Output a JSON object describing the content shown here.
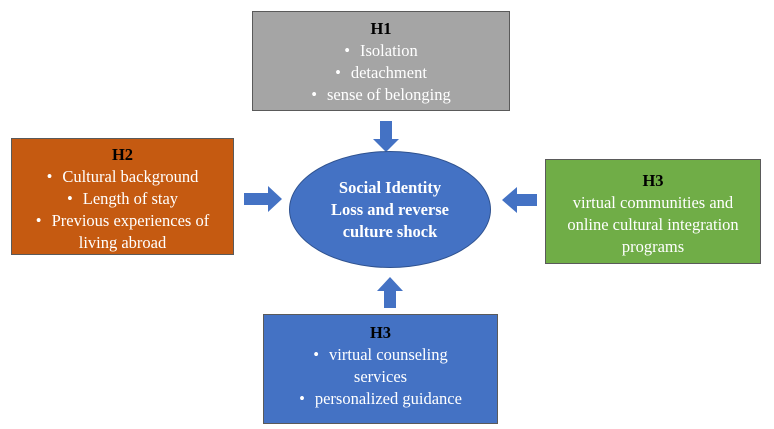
{
  "center": {
    "label": "Social Identity Loss and reverse culture shock"
  },
  "boxes": {
    "h1": {
      "title": "H1",
      "items": [
        "Isolation",
        "detachment",
        "sense of belonging"
      ]
    },
    "h2": {
      "title": "H2",
      "items": [
        "Cultural background",
        "Length of stay",
        "Previous experiences of living abroad"
      ]
    },
    "h3_right": {
      "title": "H3",
      "text": "virtual communities and online cultural integration programs"
    },
    "h3_bottom": {
      "title": "H3",
      "items": [
        "virtual counseling services",
        "personalized guidance"
      ]
    }
  },
  "colors": {
    "h1_box": "#a5a5a5",
    "h2_box": "#c55a11",
    "h3_right_box": "#70ad47",
    "h3_bottom_box": "#4472c4",
    "center_ellipse": "#4472c4",
    "arrow": "#4472c4"
  },
  "bullet_symbol": "•"
}
